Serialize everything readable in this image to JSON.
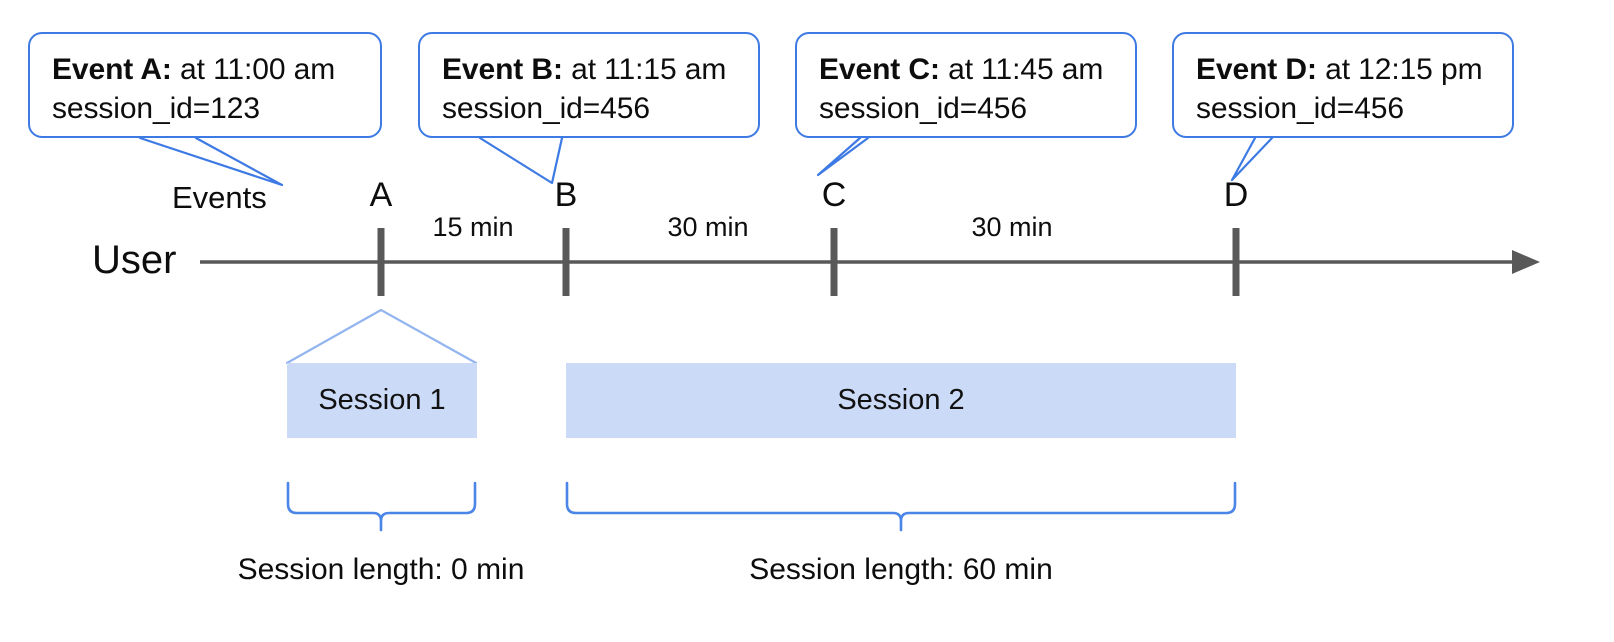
{
  "diagram": {
    "title_row": {
      "user_label": "User",
      "events_label": "Events"
    },
    "callouts": [
      {
        "id": "event-a",
        "name": "Event A:",
        "time": " at 11:00 am",
        "session_id": "session_id=123"
      },
      {
        "id": "event-b",
        "name": "Event B:",
        "time": " at 11:15 am",
        "session_id": "session_id=456"
      },
      {
        "id": "event-c",
        "name": "Event C:",
        "time": " at 11:45 am",
        "session_id": "session_id=456"
      },
      {
        "id": "event-d",
        "name": "Event D:",
        "time": " at 12:15 pm",
        "session_id": "session_id=456"
      }
    ],
    "ticks": [
      {
        "letter": "A"
      },
      {
        "letter": "B"
      },
      {
        "letter": "C"
      },
      {
        "letter": "D"
      }
    ],
    "gaps": [
      {
        "label": "15 min"
      },
      {
        "label": "30 min"
      },
      {
        "label": "30 min"
      }
    ],
    "sessions": [
      {
        "label": "Session 1",
        "length_label": "Session length: 0 min"
      },
      {
        "label": "Session 2",
        "length_label": "Session length: 60 min"
      }
    ],
    "colors": {
      "callout_border": "#3d7ae4",
      "session_fill": "#cbdaf7",
      "axis": "#595959",
      "brace": "#4a86e8",
      "text": "#0d0d0d"
    }
  }
}
